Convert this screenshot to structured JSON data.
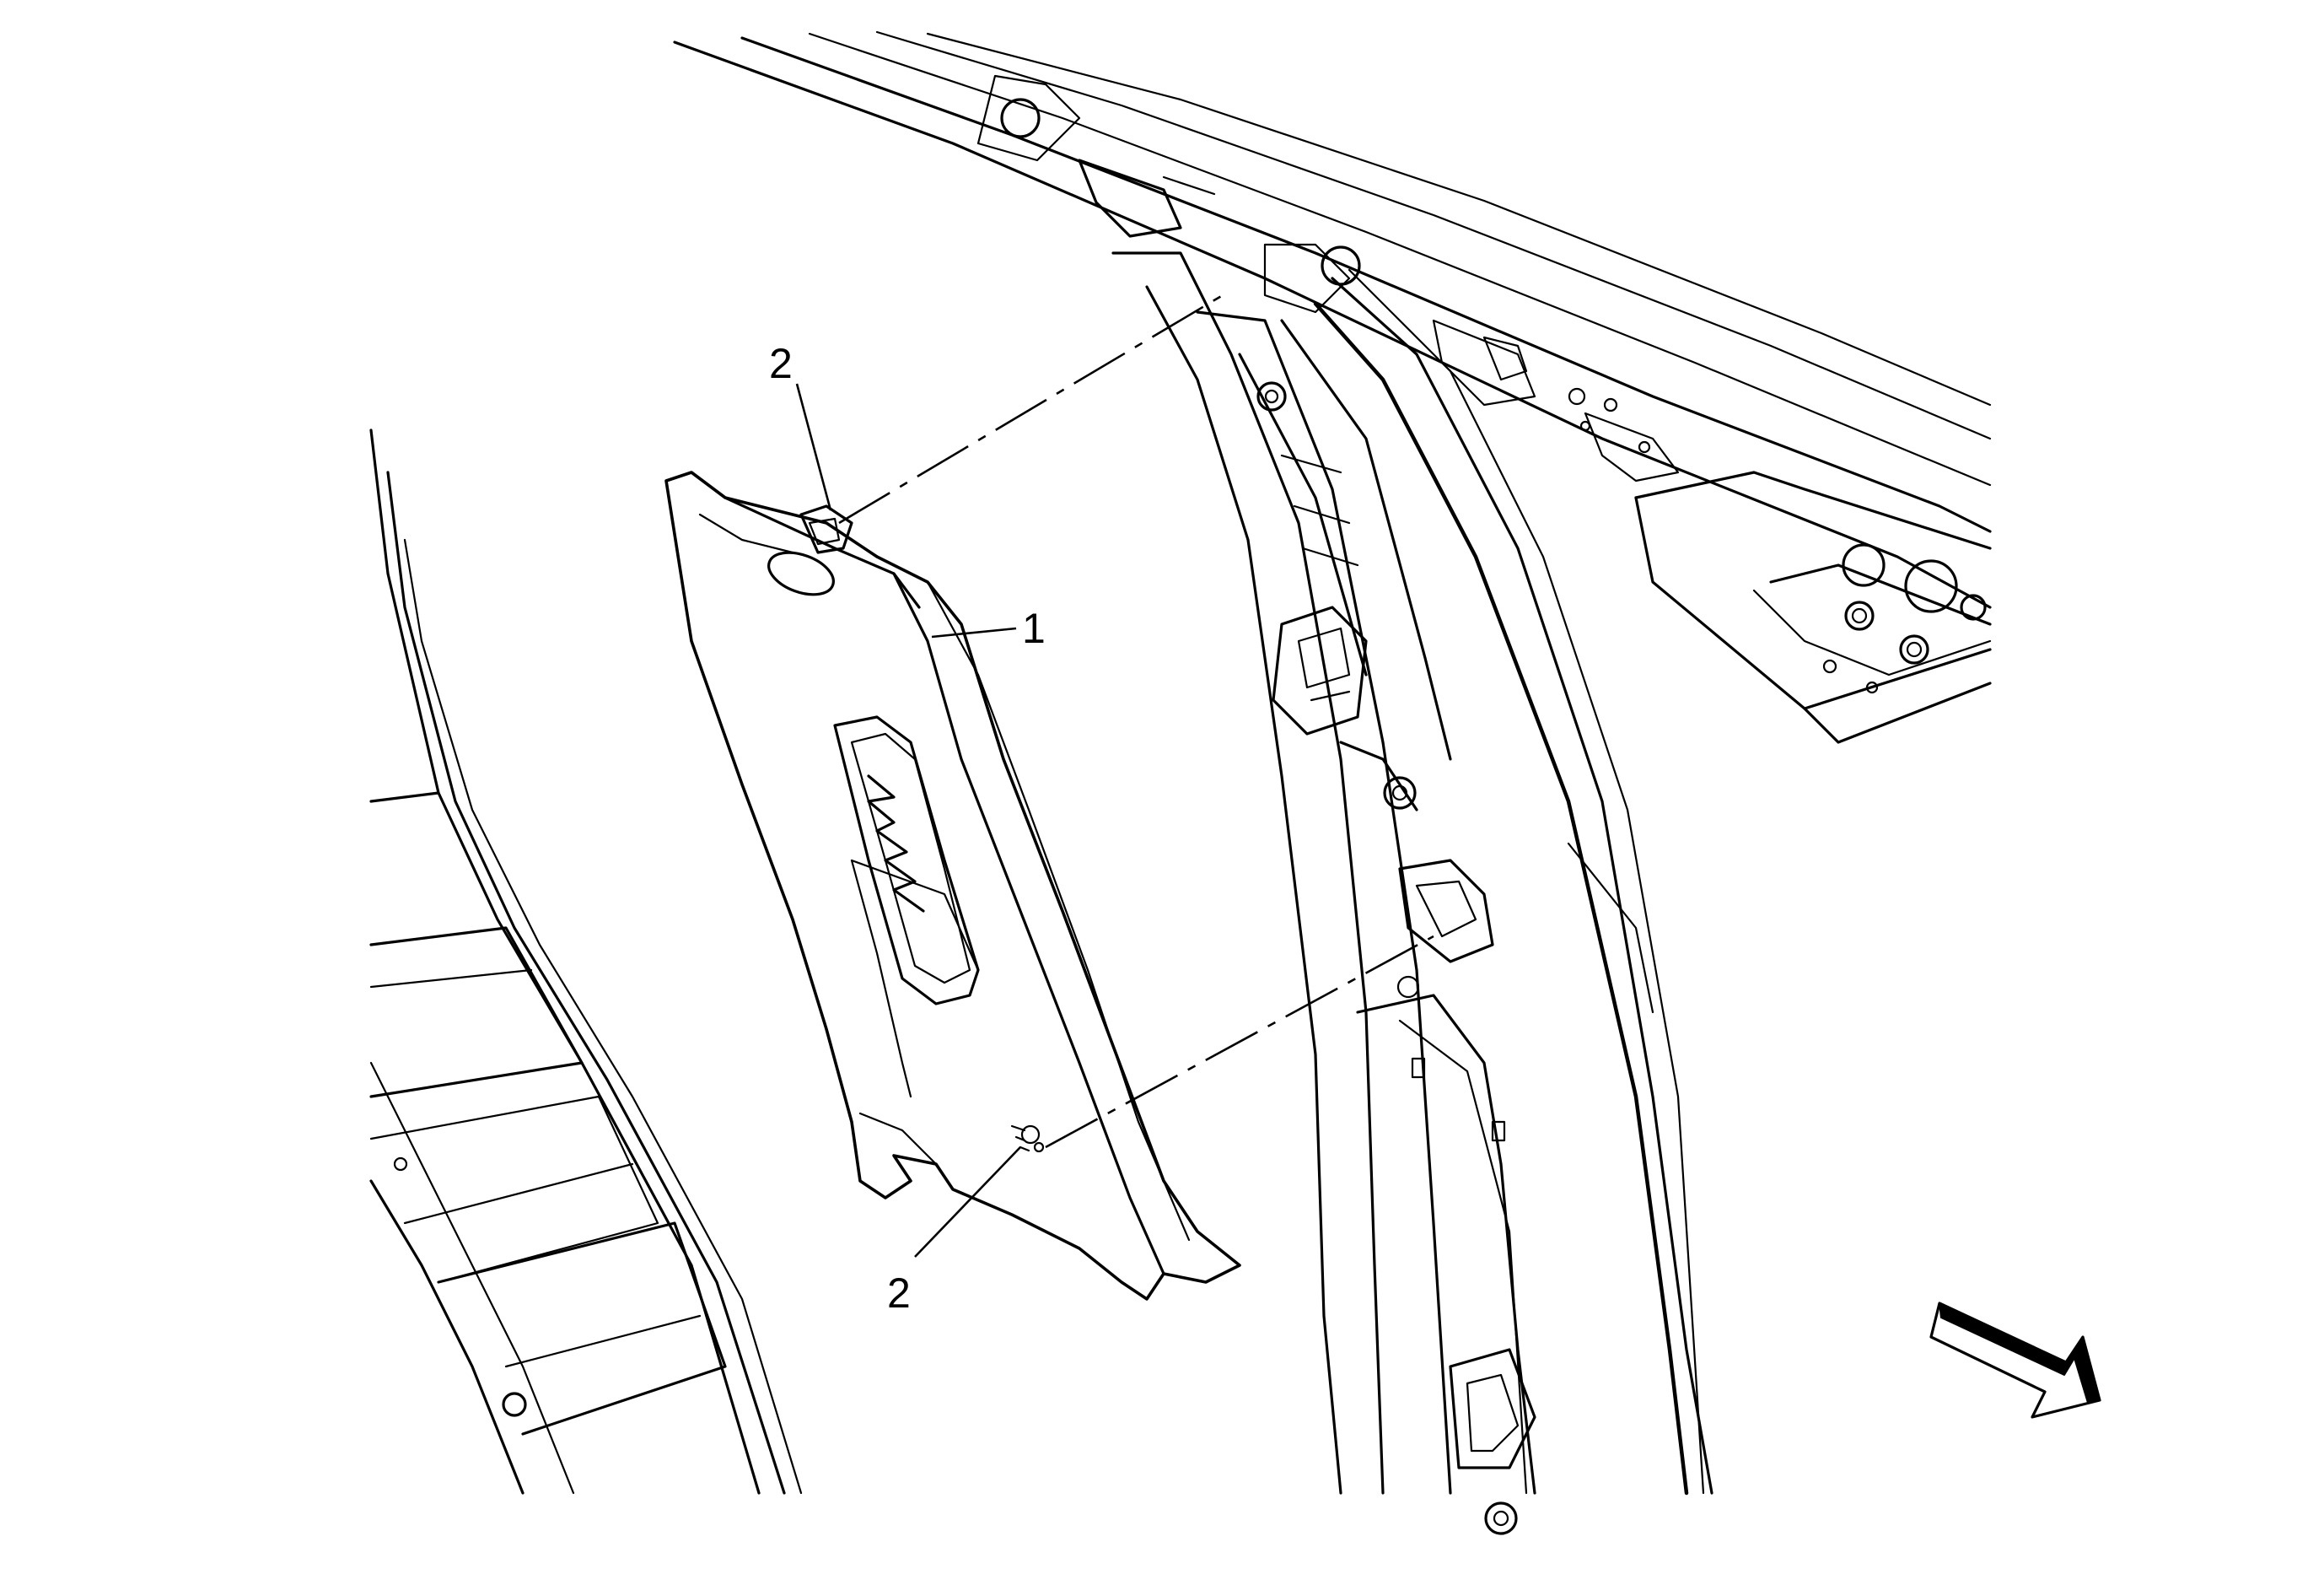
{
  "callouts": {
    "part_1": "1",
    "fastener_top": "2",
    "fastener_bottom": "2"
  },
  "icons": {
    "orientation": "front-of-vehicle-arrow-icon"
  },
  "colors": {
    "line": "#000000",
    "background": "#ffffff"
  }
}
